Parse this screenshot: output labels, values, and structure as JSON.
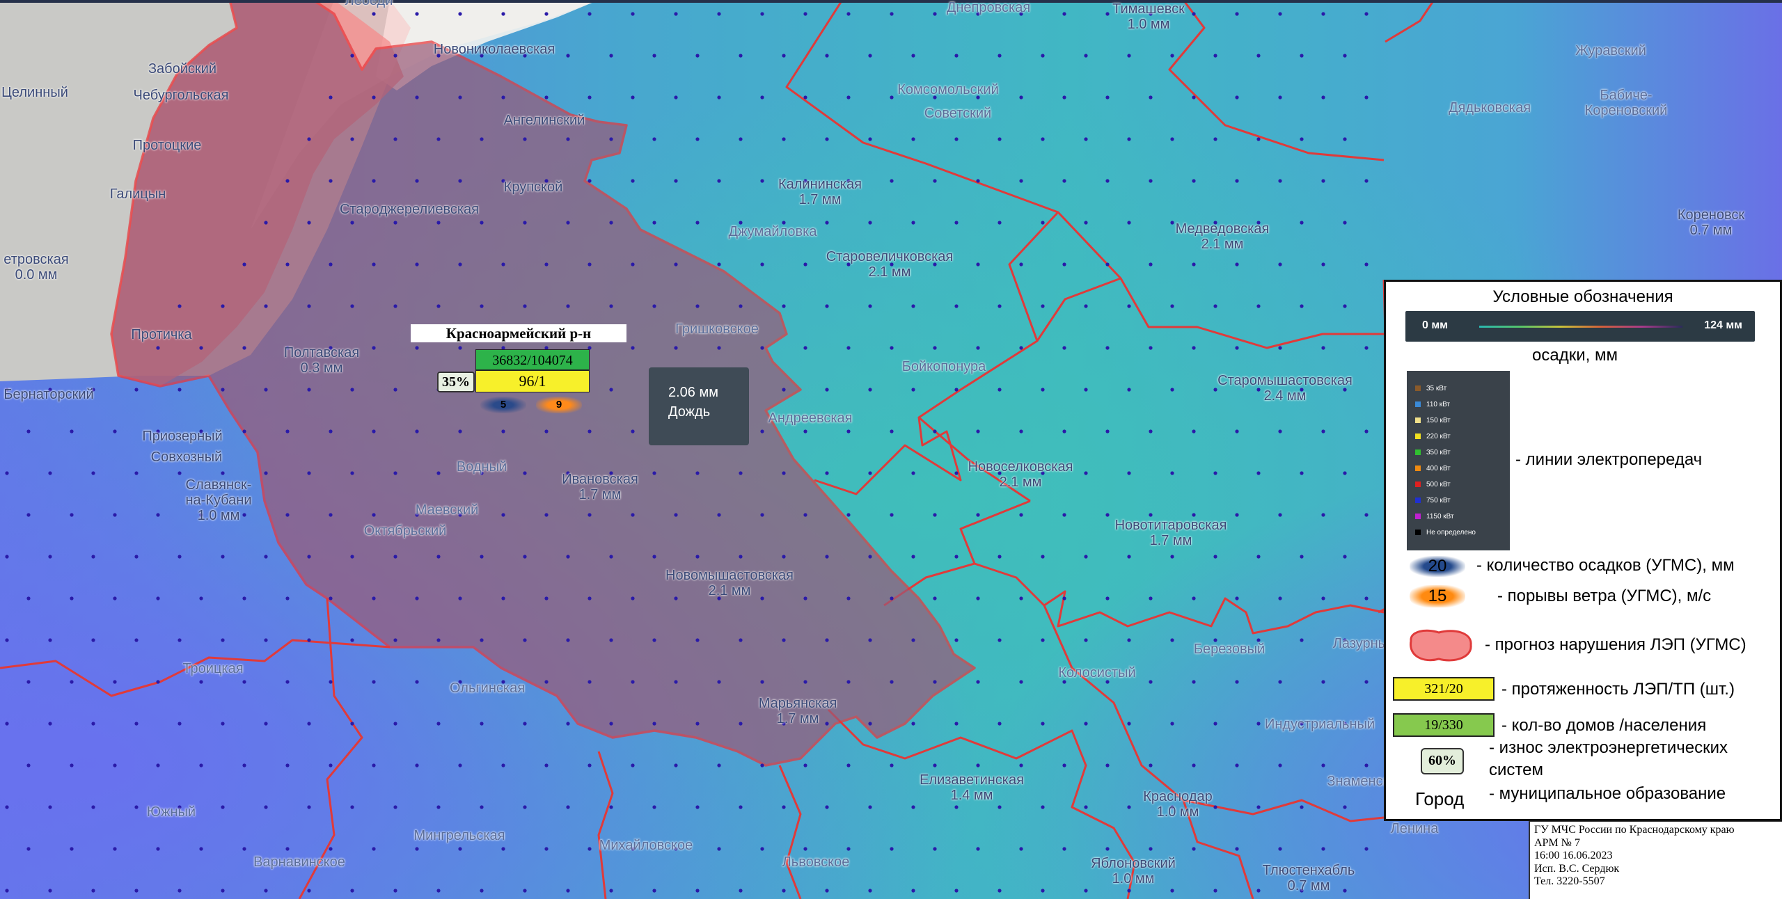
{
  "labels": [
    {
      "name": "Лебеди",
      "value": ""
    },
    {
      "name": "Забойский",
      "value": ""
    },
    {
      "name": "Целинный",
      "value": ""
    },
    {
      "name": "Чебургольская",
      "value": ""
    },
    {
      "name": "Протоцкие",
      "value": ""
    },
    {
      "name": "Галицын",
      "value": ""
    },
    {
      "name": "етровская",
      "value": "0.0 мм"
    },
    {
      "name": "Протичка",
      "value": ""
    },
    {
      "name": "Бернаторский",
      "value": ""
    },
    {
      "name": "Приозерный",
      "value": ""
    },
    {
      "name": "Совхозный",
      "value": ""
    },
    {
      "name": "Славянск-на-Кубани",
      "value": "1.0 мм"
    },
    {
      "name": "Новониколаевская",
      "value": ""
    },
    {
      "name": "Ангелинский",
      "value": ""
    },
    {
      "name": "Старoджерелиевская",
      "value": ""
    },
    {
      "name": "Крупской",
      "value": ""
    },
    {
      "name": "Полтавская",
      "value": "0.3 мм"
    },
    {
      "name": "Ивановская",
      "value": "1.7 мм"
    },
    {
      "name": "Маевский",
      "value": ""
    },
    {
      "name": "Октябрьский",
      "value": ""
    },
    {
      "name": "Водный",
      "value": ""
    },
    {
      "name": "Новомышастовская",
      "value": "2.1 мм"
    },
    {
      "name": "Троицкая",
      "value": ""
    },
    {
      "name": "Ольгинская",
      "value": ""
    },
    {
      "name": "Марьянская",
      "value": "1.7 мм"
    },
    {
      "name": "Южный",
      "value": ""
    },
    {
      "name": "Мингрельская",
      "value": ""
    },
    {
      "name": "Варнавинское",
      "value": ""
    },
    {
      "name": "Михайловское",
      "value": ""
    },
    {
      "name": "Львовское",
      "value": ""
    },
    {
      "name": "Калининская",
      "value": "1.7 мм"
    },
    {
      "name": "Старовеличковская",
      "value": "2.1 мм"
    },
    {
      "name": "Джумайловка",
      "value": ""
    },
    {
      "name": "Гришковское",
      "value": ""
    },
    {
      "name": "Бойкопонура",
      "value": ""
    },
    {
      "name": "Андреевская",
      "value": ""
    },
    {
      "name": "Новоселковская",
      "value": "2.1 мм"
    },
    {
      "name": "Новотитаровская",
      "value": "1.7 мм"
    },
    {
      "name": "Елизаветинская",
      "value": "1.4 мм"
    },
    {
      "name": "Краснодар",
      "value": "1.0 мм"
    },
    {
      "name": "Яблоновский",
      "value": "1.0 мм"
    },
    {
      "name": "Тлюстенхабль",
      "value": "0.7 мм"
    },
    {
      "name": "Днепровская",
      "value": ""
    },
    {
      "name": "Тимашевск",
      "value": "1.0 мм"
    },
    {
      "name": "Комсомольский",
      "value": ""
    },
    {
      "name": "Советский",
      "value": ""
    },
    {
      "name": "Дядьковская",
      "value": ""
    },
    {
      "name": "Журавский",
      "value": ""
    },
    {
      "name": "Бабиче-Кореновский",
      "value": ""
    },
    {
      "name": "Медведовская",
      "value": "2.1 мм"
    },
    {
      "name": "Кореновск",
      "value": "0.7 мм"
    },
    {
      "name": "Старомышастовская",
      "value": "2.4 мм"
    },
    {
      "name": "Березовый",
      "value": ""
    },
    {
      "name": "Колосистый",
      "value": ""
    },
    {
      "name": "Лазурный",
      "value": ""
    },
    {
      "name": "Индустриальный",
      "value": ""
    },
    {
      "name": "Знаменский",
      "value": ""
    },
    {
      "name": "Ленина",
      "value": ""
    }
  ],
  "district": {
    "title": "Красноармейский р-н",
    "houses_population": "36832/104074",
    "lines_substations": "96/1",
    "wear": "35%",
    "precip_ugms": "5",
    "wind_ugms": "9"
  },
  "tooltip": {
    "value": "2.06 мм",
    "type": "Дождь"
  },
  "legend": {
    "title": "Условные обозначения",
    "bar_min": "0 мм",
    "bar_max": "124 мм",
    "precip_label": "осадки, мм",
    "power_lines": [
      {
        "label": "35 кВт",
        "color": "#8a5a2a"
      },
      {
        "label": "110 кВт",
        "color": "#3a8ad8"
      },
      {
        "label": "150 кВт",
        "color": "#f0e08a"
      },
      {
        "label": "220 кВт",
        "color": "#f0e020"
      },
      {
        "label": "350 кВт",
        "color": "#30c030"
      },
      {
        "label": "400 кВт",
        "color": "#f08a10"
      },
      {
        "label": "500 кВт",
        "color": "#e02020"
      },
      {
        "label": "750 кВт",
        "color": "#2030d0"
      },
      {
        "label": "1150 кВт",
        "color": "#c020d0"
      },
      {
        "label": "Не определено",
        "color": "#000000"
      }
    ],
    "power_lines_label": "- линии электропередач",
    "precip_sw": "20",
    "precip_ugms_label": "- количество осадков (УГМС), мм",
    "wind_sw": "15",
    "wind_label": "- порывы ветра (УГМС), м/с",
    "forecast_label": "- прогноз нарушения ЛЭП (УГМС)",
    "lines_sw": "321/20",
    "lines_label": "- протяженность ЛЭП/ТП (шт.)",
    "houses_sw": "19/330",
    "houses_label": "- кол-во домов /населения",
    "wear_sw": "60%",
    "wear_label_1": "- износ электроэнергетических",
    "wear_label_2": "систем",
    "city_sw": "Город",
    "city_label": "- муниципальное образование"
  },
  "stamp": {
    "l1": "ГУ МЧС России по Краснодарскому краю",
    "l2": "АРМ № 7",
    "l3": "16:00 16.06.2023",
    "l4": "Исп. В.С. Сердюк",
    "l5": "Тел. 3220-5507"
  },
  "colors": {
    "forecast_zone": "#f07a7a",
    "border": "#e03a3a",
    "district_fill": "#9a5a78"
  }
}
